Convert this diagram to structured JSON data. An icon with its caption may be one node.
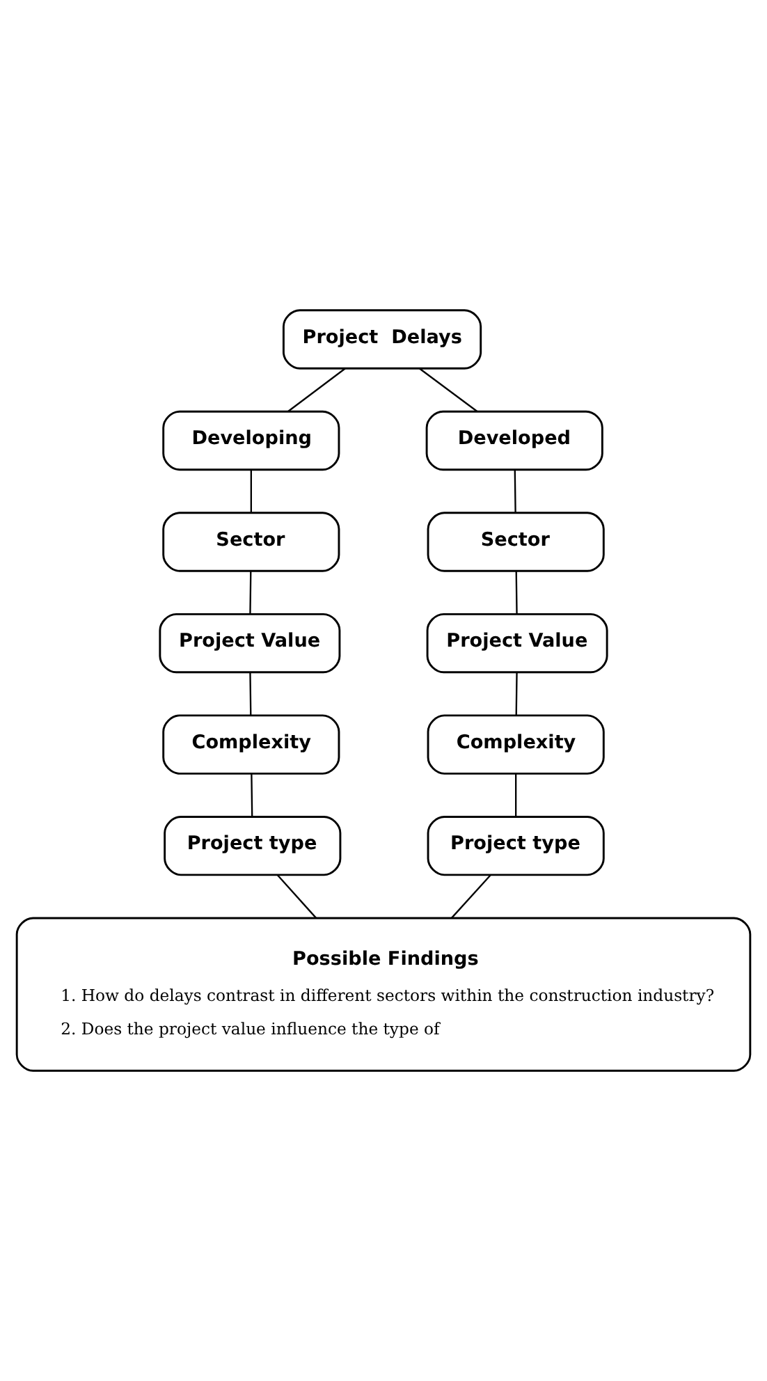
{
  "diagram": {
    "nodes": [
      {
        "text": [
          "Project  Delays"
        ]
      },
      {
        "text": [
          "Developing"
        ]
      },
      {
        "text": [
          "Developed"
        ]
      },
      {
        "text": [
          "Sector"
        ]
      },
      {
        "text": [
          "Project Value"
        ]
      },
      {
        "text": [
          "Complexity"
        ]
      },
      {
        "text": [
          "Project type"
        ]
      },
      {
        "text": [
          "Sector"
        ]
      },
      {
        "text": [
          "Project Value"
        ]
      },
      {
        "text": [
          "Complexity"
        ]
      },
      {
        "text": [
          "Project type"
        ]
      },
      {
        "text": [
          "Possible Findings",
          "1. How do delays contrast in different sectors within the construction industry?",
          "2. Does the project value influence the type of"
        ]
      }
    ],
    "edges": [
      {
        "from": 0,
        "to": 1,
        "arrow": "none"
      },
      {
        "from": 0,
        "to": 2,
        "arrow": "none"
      },
      {
        "from": 1,
        "to": 3,
        "arrow": "none"
      },
      {
        "from": 3,
        "to": 4,
        "arrow": "none"
      },
      {
        "from": 4,
        "to": 5,
        "arrow": "none"
      },
      {
        "from": 5,
        "to": 6,
        "arrow": "none"
      },
      {
        "from": 2,
        "to": 7,
        "arrow": "none"
      },
      {
        "from": 7,
        "to": 8,
        "arrow": "none"
      },
      {
        "from": 8,
        "to": 9,
        "arrow": "none"
      },
      {
        "from": 9,
        "to": 10,
        "arrow": "none"
      },
      {
        "from": 6,
        "to": 11,
        "arrow": "none"
      },
      {
        "from": 10,
        "to": 11,
        "arrow": "none"
      }
    ]
  }
}
